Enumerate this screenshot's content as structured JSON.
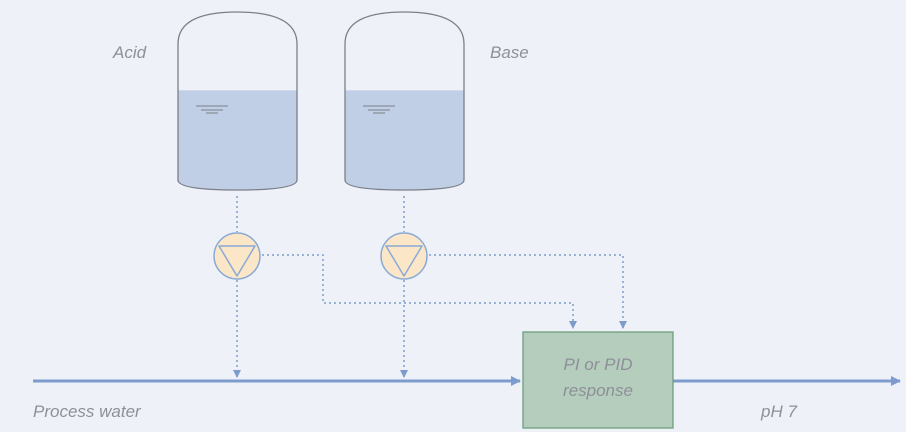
{
  "tanks": [
    {
      "label": "Acid",
      "fill_level": 0.56
    },
    {
      "label": "Base",
      "fill_level": 0.56
    }
  ],
  "controller": {
    "line1": "PI or PID",
    "line2": "response"
  },
  "flow": {
    "inlet_label": "Process water",
    "outlet_label": "pH 7"
  },
  "colors": {
    "background": "#eef2f8",
    "pipe": "#7d9ccd",
    "liquid": "#c1cfe6",
    "tank_outline": "#7b7f87",
    "pump_fill": "#fbe6c8",
    "pump_outline": "#8aaad6",
    "controller_fill": "#b5cdbc",
    "controller_outline": "#6e9e7b",
    "text": "#8d9098"
  }
}
